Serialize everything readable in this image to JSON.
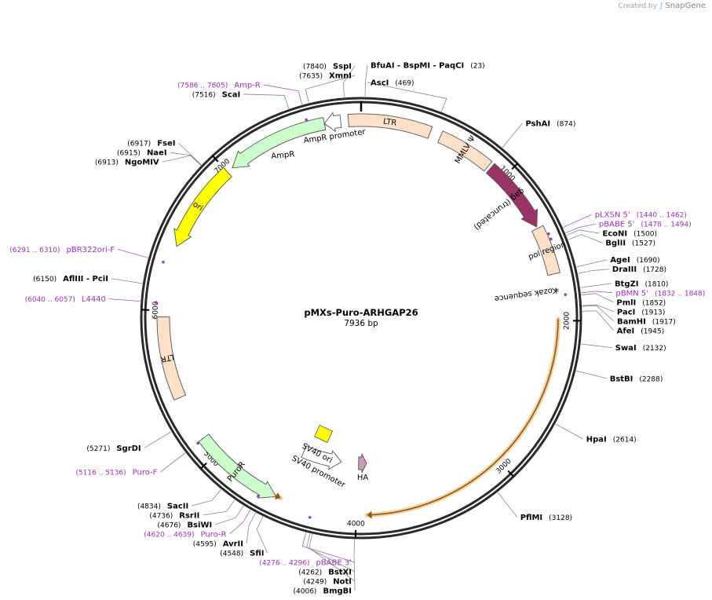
{
  "credit": {
    "prefix": "Created by",
    "brand": "SnapGene"
  },
  "plasmid": {
    "name": "pMXs-Puro-ARHGAP26",
    "length_label": "7936 bp",
    "length": 7936
  },
  "ticks": [
    {
      "bp": 1000,
      "label": "1000"
    },
    {
      "bp": 2000,
      "label": "2000"
    },
    {
      "bp": 3000,
      "label": "3000"
    },
    {
      "bp": 4000,
      "label": "4000"
    },
    {
      "bp": 5000,
      "label": "5000"
    },
    {
      "bp": 6000,
      "label": "6000"
    },
    {
      "bp": 7000,
      "label": "7000"
    }
  ],
  "features": [
    {
      "label": "LTR",
      "start": 7855,
      "end": 450,
      "kind": "box",
      "color": "#fde0c8",
      "dir": 0,
      "lane": 0
    },
    {
      "label": "MMLV Ψ",
      "start": 520,
      "end": 880,
      "kind": "box",
      "color": "#fde0c8",
      "dir": 0,
      "lane": 0
    },
    {
      "label": "gag (truncated)",
      "start": 900,
      "end": 1380,
      "kind": "arrow",
      "color": "#993366",
      "dir": 1,
      "lane": 0
    },
    {
      "label": "pol region",
      "start": 1390,
      "end": 1700,
      "kind": "box",
      "color": "#fde0c8",
      "dir": 0,
      "lane": 0
    },
    {
      "label": "Kozak sequence",
      "start": 1800,
      "end": 1810,
      "kind": "mark",
      "color": "#ffffff",
      "dir": 0,
      "lane": 0
    },
    {
      "label": "HA",
      "start": 3920,
      "end": 3990,
      "kind": "arrow",
      "color": "#cc99b2",
      "dir": -1,
      "lane": 1
    },
    {
      "label": "SV40 promoter",
      "start": 4140,
      "end": 4480,
      "kind": "arrow",
      "color": "#ffffff",
      "dir": -1,
      "lane": 1
    },
    {
      "label": "SV40 ori",
      "start": 4300,
      "end": 4430,
      "kind": "box",
      "color": "#ffff00",
      "dir": 0,
      "lane": 2
    },
    {
      "label": "PuroR",
      "start": 4530,
      "end": 5130,
      "kind": "arrow",
      "color": "#ccffcc",
      "dir": -1,
      "lane": 0
    },
    {
      "label": "LTR",
      "start": 5430,
      "end": 5960,
      "kind": "box",
      "color": "#fde0c8",
      "dir": 0,
      "lane": 0
    },
    {
      "label": "ori",
      "start": 6420,
      "end": 7000,
      "kind": "arrow",
      "color": "#ffff00",
      "dir": -1,
      "lane": 0
    },
    {
      "label": "AmpR",
      "start": 7040,
      "end": 7700,
      "kind": "arrow",
      "color": "#ccffcc",
      "dir": -1,
      "lane": 0
    },
    {
      "label": "AmpR promoter",
      "start": 7700,
      "end": 7805,
      "kind": "arrow",
      "color": "#ffffff",
      "dir": -1,
      "lane": 0
    }
  ],
  "orfs": [
    {
      "start": 1990,
      "end": 3930,
      "dir": 1
    },
    {
      "start": 4500,
      "end": 5100,
      "dir": -1
    },
    {
      "start": 7080,
      "end": 7720,
      "dir": -1
    }
  ],
  "sites": [
    {
      "name": "SspI",
      "pos": "(7840)",
      "bp": 7840,
      "type": "enzyme"
    },
    {
      "name": "BfuAI  - BspMI  - PaqCI",
      "pos": "(23)",
      "bp": 23,
      "type": "enzyme"
    },
    {
      "name": "AscI",
      "pos": "(469)",
      "bp": 469,
      "type": "enzyme"
    },
    {
      "name": "PshAI",
      "pos": "(874)",
      "bp": 874,
      "type": "enzyme"
    },
    {
      "name": "pLXSN 5'",
      "pos": "(1440 .. 1462)",
      "bp": 1451,
      "type": "primer"
    },
    {
      "name": "pBABE 5'",
      "pos": "(1478 .. 1494)",
      "bp": 1486,
      "type": "primer"
    },
    {
      "name": "EcoNI",
      "pos": "(1500)",
      "bp": 1500,
      "type": "enzyme"
    },
    {
      "name": "BglII",
      "pos": "(1527)",
      "bp": 1527,
      "type": "enzyme"
    },
    {
      "name": "AgeI",
      "pos": "(1690)",
      "bp": 1690,
      "type": "enzyme"
    },
    {
      "name": "DraIII",
      "pos": "(1728)",
      "bp": 1728,
      "type": "enzyme"
    },
    {
      "name": "BtgZI",
      "pos": "(1810)",
      "bp": 1810,
      "type": "enzyme"
    },
    {
      "name": "pBMN 5'",
      "pos": "(1832 .. 1848)",
      "bp": 1840,
      "type": "primer"
    },
    {
      "name": "PmlI",
      "pos": "(1852)",
      "bp": 1852,
      "type": "enzyme"
    },
    {
      "name": "PacI",
      "pos": "(1913)",
      "bp": 1913,
      "type": "enzyme"
    },
    {
      "name": "BamHI",
      "pos": "(1917)",
      "bp": 1917,
      "type": "enzyme"
    },
    {
      "name": "AfeI",
      "pos": "(1945)",
      "bp": 1945,
      "type": "enzyme"
    },
    {
      "name": "SwaI",
      "pos": "(2132)",
      "bp": 2132,
      "type": "enzyme"
    },
    {
      "name": "BstBI",
      "pos": "(2288)",
      "bp": 2288,
      "type": "enzyme"
    },
    {
      "name": "HpaI",
      "pos": "(2614)",
      "bp": 2614,
      "type": "enzyme"
    },
    {
      "name": "PflMI",
      "pos": "(3128)",
      "bp": 3128,
      "type": "enzyme"
    },
    {
      "name": "BmgBI",
      "pos": "(4006)",
      "bp": 4006,
      "type": "enzyme"
    },
    {
      "name": "NotI",
      "pos": "(4249)",
      "bp": 4249,
      "type": "enzyme"
    },
    {
      "name": "BstXI",
      "pos": "(4262)",
      "bp": 4262,
      "type": "enzyme"
    },
    {
      "name": "pBABE 3'",
      "pos": "(4276 .. 4296)",
      "bp": 4286,
      "type": "primer"
    },
    {
      "name": "SfiI",
      "pos": "(4548)",
      "bp": 4548,
      "type": "enzyme"
    },
    {
      "name": "AvrII",
      "pos": "(4595)",
      "bp": 4595,
      "type": "enzyme"
    },
    {
      "name": "Puro-R",
      "pos": "(4620 .. 4639)",
      "bp": 4630,
      "type": "primer"
    },
    {
      "name": "BsiWI",
      "pos": "(4676)",
      "bp": 4676,
      "type": "enzyme"
    },
    {
      "name": "RsrII",
      "pos": "(4736)",
      "bp": 4736,
      "type": "enzyme"
    },
    {
      "name": "SacII",
      "pos": "(4834)",
      "bp": 4834,
      "type": "enzyme"
    },
    {
      "name": "Puro-F",
      "pos": "(5116 .. 5136)",
      "bp": 5126,
      "type": "primer"
    },
    {
      "name": "SgrDI",
      "pos": "(5271)",
      "bp": 5271,
      "type": "enzyme"
    },
    {
      "name": "L4440",
      "pos": "(6040 .. 6057)",
      "bp": 6048,
      "type": "primer"
    },
    {
      "name": "AflIII  - PciI",
      "pos": "(6150)",
      "bp": 6150,
      "type": "enzyme"
    },
    {
      "name": "pBR322ori-F",
      "pos": "(6291 .. 6310)",
      "bp": 6300,
      "type": "primer"
    },
    {
      "name": "NgoMIV",
      "pos": "(6913)",
      "bp": 6913,
      "type": "enzyme"
    },
    {
      "name": "NaeI",
      "pos": "(6915)",
      "bp": 6915,
      "type": "enzyme"
    },
    {
      "name": "FseI",
      "pos": "(6917)",
      "bp": 6917,
      "type": "enzyme"
    },
    {
      "name": "ScaI",
      "pos": "(7516)",
      "bp": 7516,
      "type": "enzyme"
    },
    {
      "name": "Amp-R",
      "pos": "(7586 .. 7605)",
      "bp": 7595,
      "type": "primer"
    },
    {
      "name": "XmnI",
      "pos": "(7635)",
      "bp": 7635,
      "type": "enzyme"
    }
  ]
}
